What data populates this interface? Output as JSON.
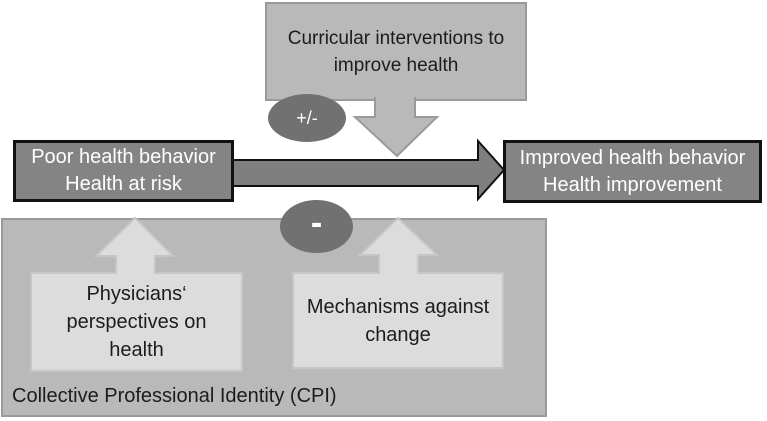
{
  "figure": {
    "top_box": {
      "lines": [
        "Curricular interventions to",
        "improve health"
      ]
    },
    "badges": {
      "plus_minus": "+/-",
      "minus": "-"
    },
    "left_box": {
      "lines": [
        "Poor health behavior",
        "Health at risk"
      ]
    },
    "right_box": {
      "lines": [
        "Improved health behavior",
        "Health improvement"
      ]
    },
    "cpi_box": {
      "label": "Collective Professional Identity (CPI)",
      "physicians_box": {
        "lines": [
          "Physicians‘",
          "perspectives on",
          "health"
        ]
      },
      "mechanisms_box": {
        "lines": [
          "Mechanisms against",
          "change"
        ]
      }
    },
    "colors": {
      "mid_gray": "#b9b9b9",
      "mid_border": "#9a9a9a",
      "light_gray": "#dcdcdc",
      "light_border": "#c6c6c6",
      "dark_gray": "#848484",
      "arrow_dark": "#7f7f7f",
      "badge_gray": "#717171",
      "near_black": "#111111",
      "text_dark": "#1c1c1c",
      "text_light": "#ffffff"
    }
  }
}
